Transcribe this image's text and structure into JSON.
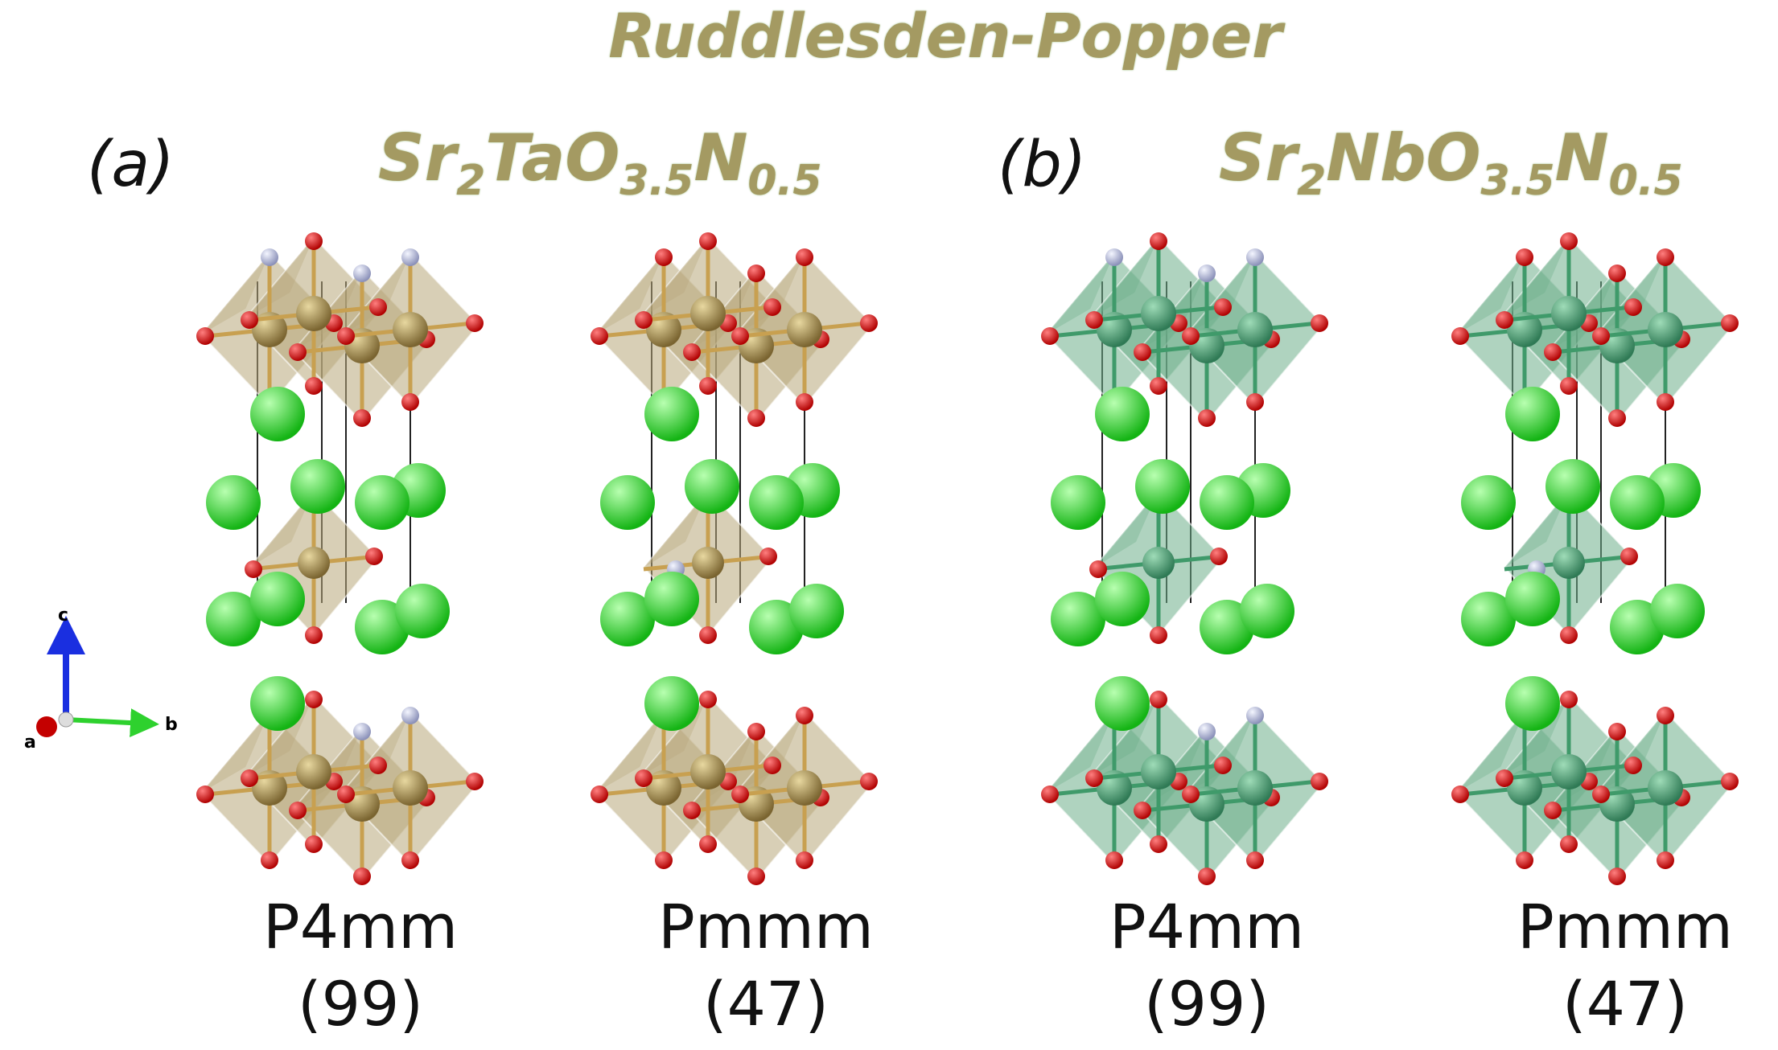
{
  "title": "Ruddlesden-Popper",
  "panels": [
    {
      "label": "(a)",
      "formula": {
        "element1": "Sr",
        "sub1": "2",
        "element2": "TaO",
        "sub2": "3.5",
        "element3": "N",
        "sub3": "0.5"
      },
      "structures": [
        {
          "space_group": "P4mm",
          "number": "(99)",
          "metal": "Ta"
        },
        {
          "space_group": "Pmmm",
          "number": "(47)",
          "metal": "Ta"
        }
      ]
    },
    {
      "label": "(b)",
      "formula": {
        "element1": "Sr",
        "sub1": "2",
        "element2": "NbO",
        "sub2": "3.5",
        "element3": "N",
        "sub3": "0.5"
      },
      "structures": [
        {
          "space_group": "P4mm",
          "number": "(99)",
          "metal": "Nb"
        },
        {
          "space_group": "Pmmm",
          "number": "(47)",
          "metal": "Nb"
        }
      ]
    }
  ],
  "axes": {
    "c": "c",
    "a": "a",
    "b": "b"
  },
  "colors": {
    "title": "#a49a62",
    "ta_octahedra": "#b8a77a",
    "nb_octahedra": "#6dae8a",
    "sr_atom": "#2fd12f",
    "o_atom": "#e00000",
    "n_atom": "#b8bcd6"
  }
}
